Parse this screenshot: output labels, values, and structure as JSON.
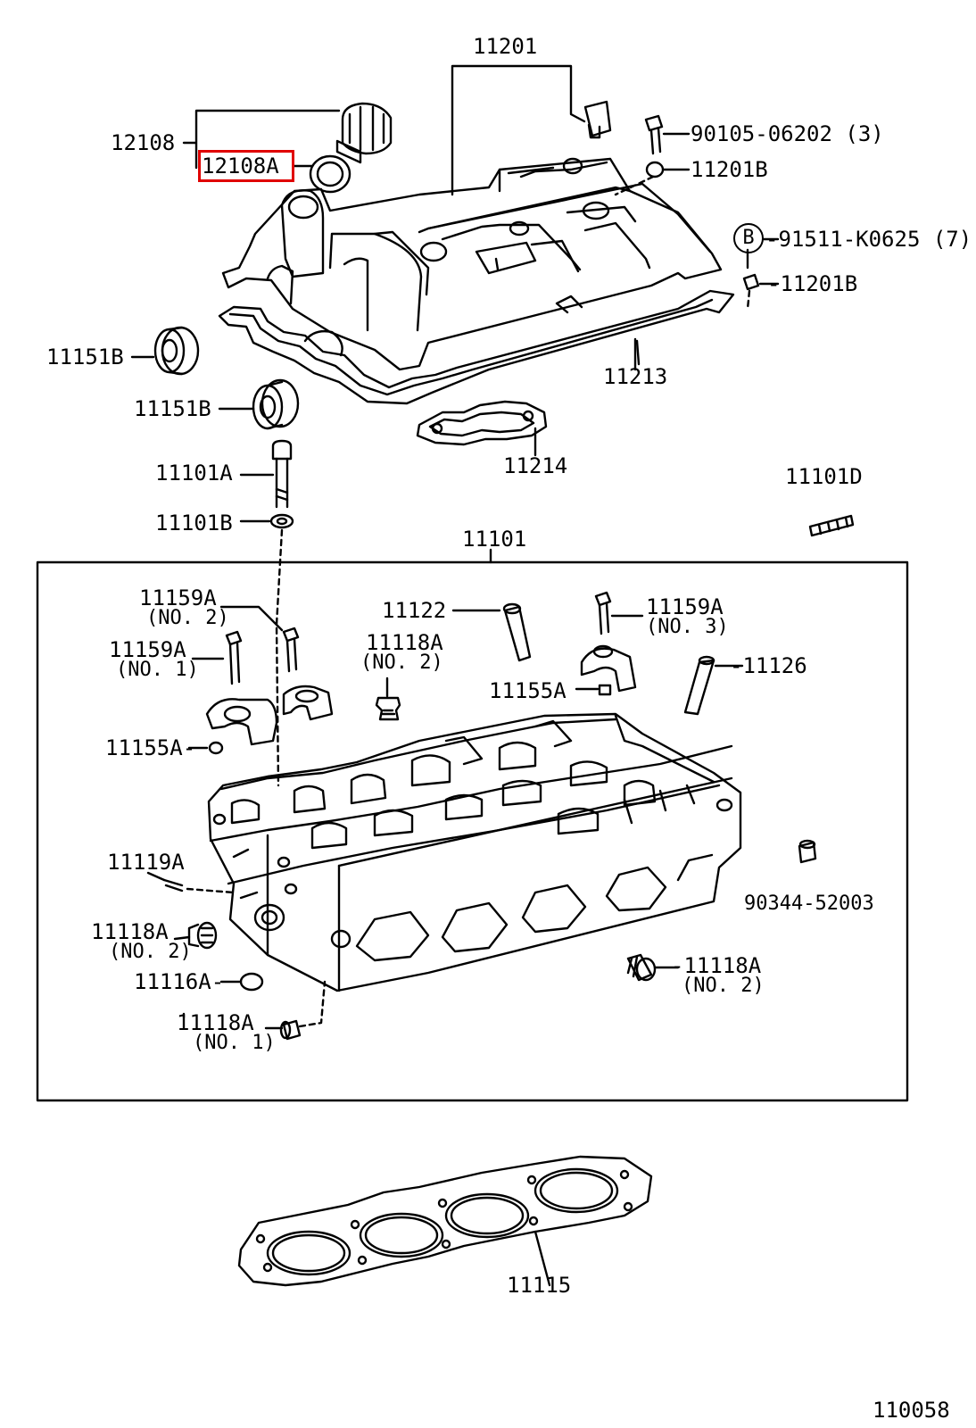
{
  "labels": {
    "l_11201": "11201",
    "l_12108": "12108",
    "l_12108A": "12108A",
    "l_90105": "90105-06202 (3)",
    "l_11201B_top": "11201B",
    "l_b_badge": "B",
    "l_91511": "-91511-K0625 (7)",
    "l_11201B_2": "-11201B",
    "l_11151B_1": "11151B",
    "l_11151B_2": "11151B",
    "l_11213": "11213",
    "l_11214": "11214",
    "l_11101A": "11101A",
    "l_11101B": "11101B",
    "l_11101D": "11101D",
    "l_11101": "11101",
    "l_11159A_no2": "11159A",
    "l_11159A_no2_sub": "(NO. 2)",
    "l_11159A_no1": "11159A",
    "l_11159A_no1_sub": "(NO. 1)",
    "l_11122": "11122",
    "l_11118A_no2_a": "11118A",
    "l_11118A_no2_a_sub": "(NO. 2)",
    "l_11159A_no3": "11159A",
    "l_11159A_no3_sub": "(NO. 3)",
    "l_11126": "-11126",
    "l_11155A_r": "11155A",
    "l_11155A_l": "11155A-",
    "l_11119A": "11119A",
    "l_90344": "90344-52003",
    "l_11118A_no2_b": "11118A",
    "l_11118A_no2_b_sub": "(NO. 2)",
    "l_11116A": "11116A-",
    "l_11118A_no2_c": "-11118A",
    "l_11118A_no2_c_sub": "(NO. 2)",
    "l_11118A_no1": "11118A",
    "l_11118A_no1_sub": "(NO. 1)",
    "l_11115": "11115",
    "l_ref": "110058"
  },
  "colors": {
    "highlight": "#e00000",
    "ink": "#000000"
  }
}
